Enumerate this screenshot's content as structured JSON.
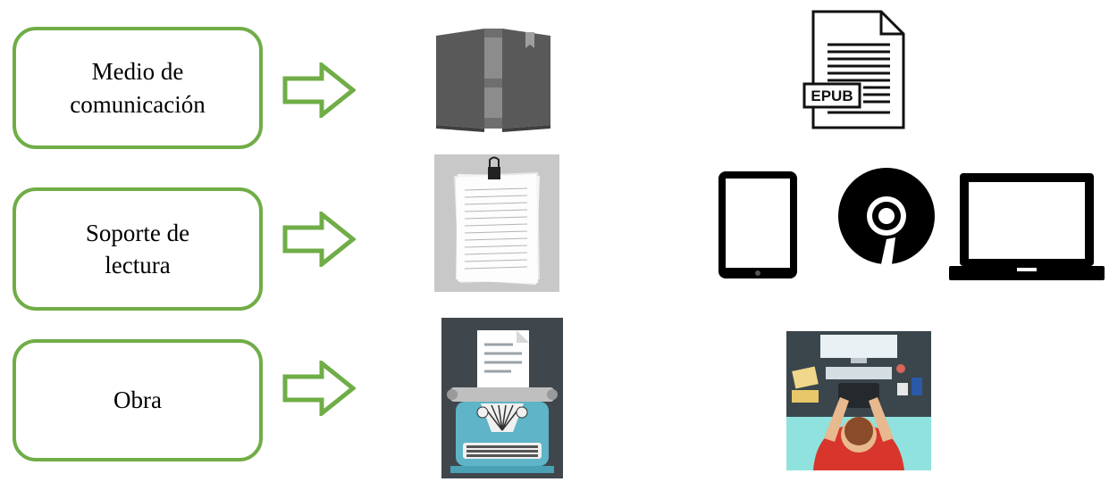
{
  "rows": [
    {
      "label": "Medio de\ncomunicación",
      "print_icon": "book-icon",
      "digital_icon": "epub-file-icon"
    },
    {
      "label": "Soporte de\nlectura",
      "print_icon": "paper-sheets-icon",
      "digital_icons": [
        "tablet-icon",
        "disc-icon",
        "laptop-icon"
      ]
    },
    {
      "label": "Obra",
      "print_icon": "typewriter-icon",
      "digital_icon": "person-at-computer-icon"
    }
  ],
  "epub_text": "EPUB",
  "colors": {
    "box_border": "#70ad47",
    "arrow": "#70ad47"
  }
}
